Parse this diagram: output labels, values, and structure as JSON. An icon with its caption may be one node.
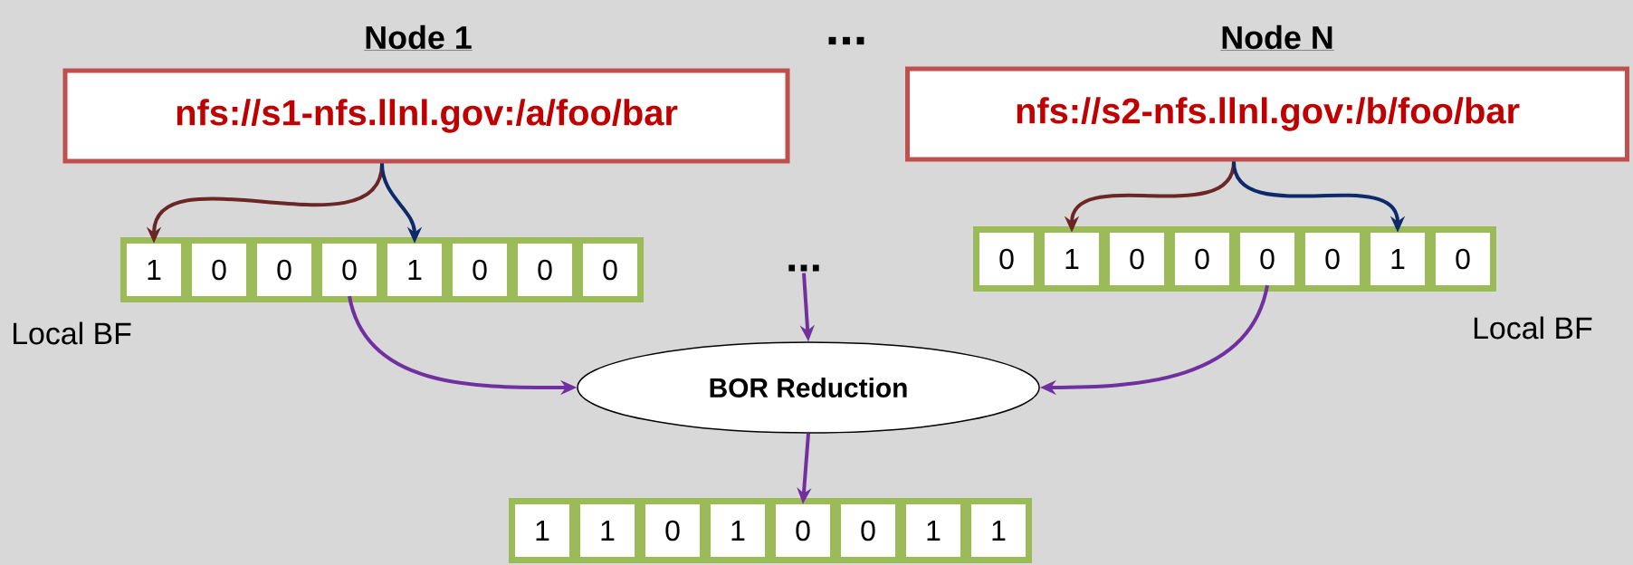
{
  "diagram": {
    "nodes": [
      {
        "text": [
          "Node 1",
          "nfs://s1-nfs.llnl.gov:/a/foo/bar"
        ]
      },
      {
        "text": [
          "Node N",
          "nfs://s2-nfs.llnl.gov:/b/foo/bar"
        ]
      },
      {
        "text": [],
        "shape": "bar",
        "beside": [
          "Local BF"
        ]
      },
      {
        "text": [
          "1"
        ],
        "in": 2
      },
      {
        "text": [
          "0"
        ],
        "in": 2
      },
      {
        "text": [
          "0"
        ],
        "in": 2
      },
      {
        "text": [
          "0"
        ],
        "in": 2
      },
      {
        "text": [
          "1"
        ],
        "in": 2
      },
      {
        "text": [
          "0"
        ],
        "in": 2
      },
      {
        "text": [
          "0"
        ],
        "in": 2
      },
      {
        "text": [
          "0"
        ],
        "in": 2
      },
      {
        "text": [],
        "shape": "bar",
        "beside": [
          "Local BF"
        ]
      },
      {
        "text": [
          "0"
        ],
        "in": 11
      },
      {
        "text": [
          "1"
        ],
        "in": 11
      },
      {
        "text": [
          "0"
        ],
        "in": 11
      },
      {
        "text": [
          "0"
        ],
        "in": 11
      },
      {
        "text": [
          "0"
        ],
        "in": 11
      },
      {
        "text": [
          "0"
        ],
        "in": 11
      },
      {
        "text": [
          "1"
        ],
        "in": 11
      },
      {
        "text": [
          "0"
        ],
        "in": 11
      },
      {
        "text": [
          "BOR Reduction"
        ]
      },
      {
        "text": [
          "..."
        ]
      },
      {
        "text": [],
        "shape": "bar"
      },
      {
        "text": [
          "1"
        ],
        "in": 22
      },
      {
        "text": [
          "1"
        ],
        "in": 22
      },
      {
        "text": [
          "0"
        ],
        "in": 22
      },
      {
        "text": [
          "1"
        ],
        "in": 22
      },
      {
        "text": [
          "0"
        ],
        "in": 22
      },
      {
        "text": [
          "0"
        ],
        "in": 22
      },
      {
        "text": [
          "1"
        ],
        "in": 22
      },
      {
        "text": [
          "1"
        ],
        "in": 22
      }
    ],
    "edges": [
      {
        "from": 0,
        "to": 3,
        "arrow": "to",
        "color": "#6b2626"
      },
      {
        "from": 0,
        "to": 7,
        "arrow": "to",
        "color": "#0f2a6b"
      },
      {
        "from": 1,
        "to": 13,
        "arrow": "to",
        "color": "#6b2626"
      },
      {
        "from": 1,
        "to": 18,
        "arrow": "to",
        "color": "#0f2a6b"
      },
      {
        "from": 6,
        "to": 20,
        "arrow": "to"
      },
      {
        "from": 16,
        "to": 20,
        "arrow": "to"
      },
      {
        "from": 21,
        "to": 20,
        "arrow": "to"
      },
      {
        "from": 20,
        "to": 27,
        "arrow": "to"
      }
    ],
    "labels": [
      "..."
    ]
  }
}
